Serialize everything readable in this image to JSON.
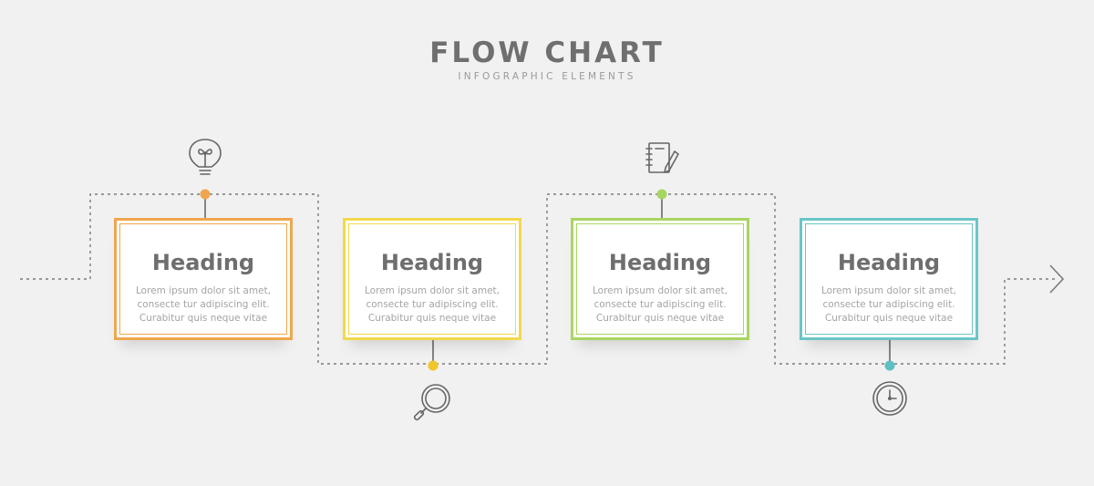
{
  "title": "FLOW CHART",
  "subtitle": "INFOGRAPHIC ELEMENTS",
  "steps": [
    {
      "heading": "Heading",
      "body": [
        "Lorem ipsum dolor sit amet,",
        "consecte tur adipiscing elit.",
        "Curabitur quis neque vitae"
      ],
      "color": "#f0a64e",
      "icon": "lightbulb-icon"
    },
    {
      "heading": "Heading",
      "body": [
        "Lorem ipsum dolor sit amet,",
        "consecte tur adipiscing elit.",
        "Curabitur quis neque vitae"
      ],
      "color": "#f2d94a",
      "icon": "magnifier-icon"
    },
    {
      "heading": "Heading",
      "body": [
        "Lorem ipsum dolor sit amet,",
        "consecte tur adipiscing elit.",
        "Curabitur quis neque vitae"
      ],
      "color": "#a7d660",
      "icon": "notepad-pencil-icon"
    },
    {
      "heading": "Heading",
      "body": [
        "Lorem ipsum dolor sit amet,",
        "consecte tur adipiscing elit.",
        "Curabitur quis neque vitae"
      ],
      "color": "#6ac6c6",
      "icon": "clock-icon"
    }
  ],
  "line_color": "#7a7a7a"
}
